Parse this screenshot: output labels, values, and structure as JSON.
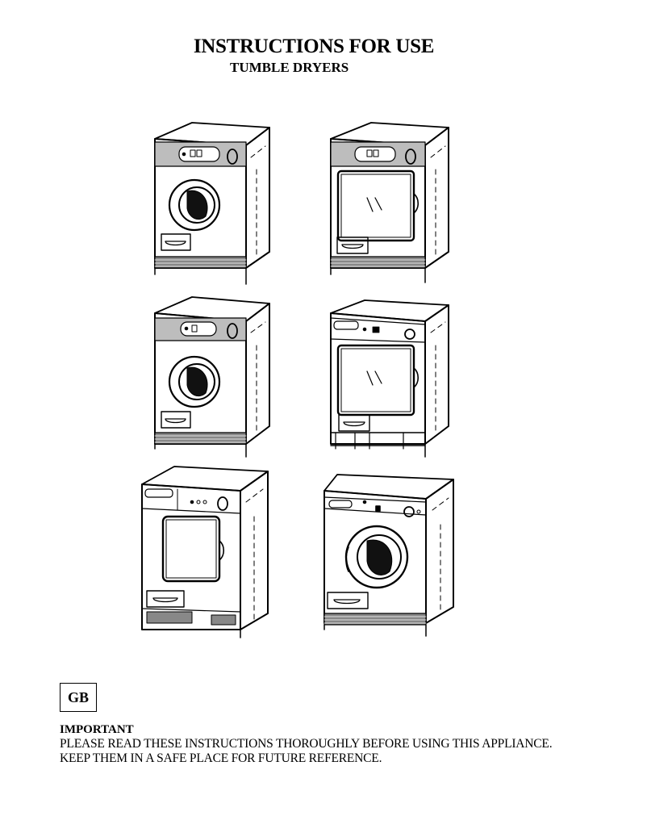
{
  "header": {
    "title": "INSTRUCTIONS FOR USE",
    "subtitle": "TUMBLE DRYERS"
  },
  "illustration": {
    "icon": "tumble-dryer-models-line-drawing",
    "models": [
      {
        "door": "porthole",
        "feet": "plinth"
      },
      {
        "door": "rectangular",
        "feet": "plinth"
      },
      {
        "door": "porthole",
        "feet": "plinth"
      },
      {
        "door": "rectangular",
        "feet": "legs"
      },
      {
        "door": "rectangular",
        "feet": "vented-plinth"
      },
      {
        "door": "porthole",
        "feet": "plinth"
      }
    ]
  },
  "language_badge": "GB",
  "notice": {
    "heading": "IMPORTANT",
    "line1": "PLEASE READ THESE INSTRUCTIONS THOROUGHLY BEFORE USING THIS APPLIANCE.",
    "line2": "KEEP THEM IN A SAFE PLACE FOR FUTURE REFERENCE."
  }
}
